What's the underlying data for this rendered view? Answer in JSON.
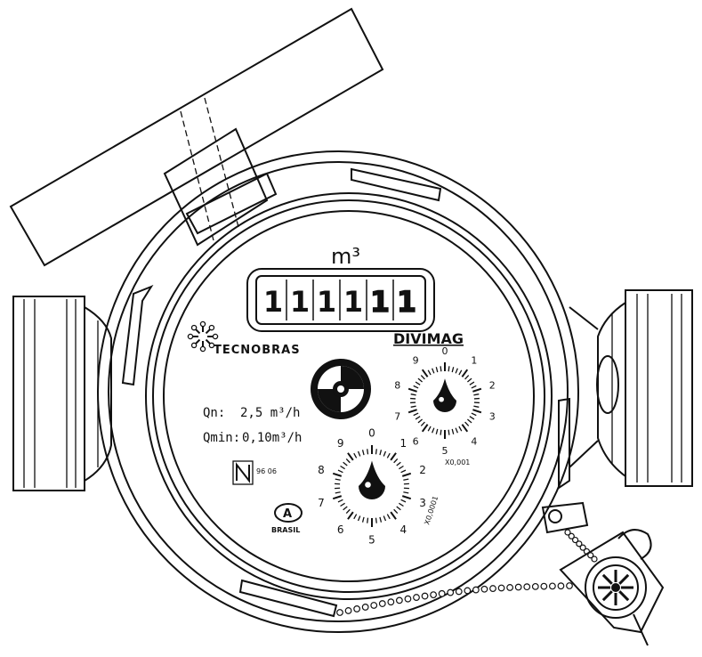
{
  "meter": {
    "unit_label": "m³",
    "odometer_digits": [
      "1",
      "1",
      "1",
      "1",
      "1",
      "1"
    ],
    "brand_left": "TECNOBRAS",
    "brand_right": "DIVIMAG",
    "qn_label": "Qn:",
    "qn_value": "2,5 m³/h",
    "qmin_label": "Qmin:",
    "qmin_value": "0,10m³/h",
    "country": "BRASIL",
    "cert_mark": "A",
    "approval_code": "96 06",
    "dial_small": {
      "numbers": [
        "0",
        "1",
        "2",
        "3",
        "4",
        "5",
        "6",
        "7",
        "8",
        "9"
      ],
      "multiplier": "X0,001"
    },
    "dial_large": {
      "numbers": [
        "0",
        "1",
        "2",
        "3",
        "4",
        "5",
        "6",
        "7",
        "8",
        "9"
      ],
      "multiplier": "X0,0001"
    }
  }
}
